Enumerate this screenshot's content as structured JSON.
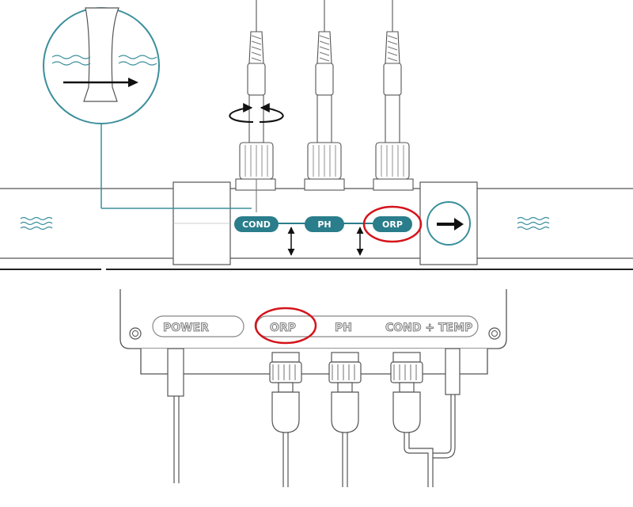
{
  "pipe_labels": {
    "cond": "COND",
    "ph": "PH",
    "orp": "ORP"
  },
  "panel_labels": {
    "power": "POWER",
    "orp": "ORP",
    "ph": "PH",
    "cond_temp": "COND + TEMP"
  },
  "colors": {
    "teal": "#2a7d8b",
    "teal_line": "#3b8f9b",
    "highlight": "#d4141b",
    "stroke": "#444444"
  },
  "icons": [
    "wave-icon",
    "flow-arrow-icon",
    "rotation-arrow-icon",
    "magnifier-circle-icon"
  ]
}
